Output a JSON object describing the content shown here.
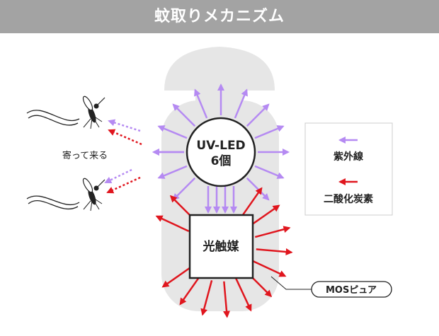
{
  "title": "蚊取りメカニズム",
  "labels": {
    "uv_led_line1": "UV-LED",
    "uv_led_line2": "6個",
    "photocatalyst": "光触媒",
    "approach": "寄って来る",
    "mos_pure": "MOSピュア"
  },
  "legend": {
    "uv_label": "紫外線",
    "co2_label": "二酸化炭素"
  },
  "colors": {
    "uv": "#b58af2",
    "co2": "#e0161e",
    "device": "#e6e6e6",
    "header": "#a3a3a3"
  }
}
